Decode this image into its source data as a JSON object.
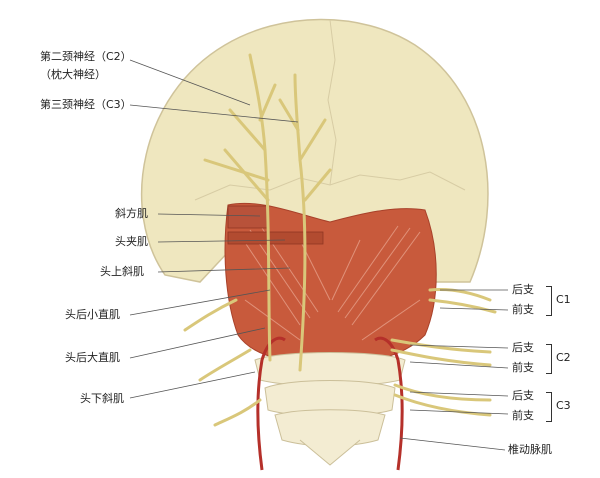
{
  "labels": {
    "c2_nerve_line1": "第二颈神经（C2）",
    "c2_nerve_line2": "（枕大神经）",
    "c3_nerve": "第三颈神经（C3）",
    "trapezius": "斜方肌",
    "splenius_capitis": "头夹肌",
    "obliquus_capitis_superior": "头上斜肌",
    "rectus_capitis_posterior_minor": "头后小直肌",
    "rectus_capitis_posterior_major": "头后大直肌",
    "obliquus_capitis_inferior": "头下斜肌",
    "posterior_branch": "后支",
    "anterior_branch": "前支",
    "vertebral_artery": "椎动脉肌"
  },
  "groups": {
    "c1": "C1",
    "c2": "C2",
    "c3": "C3"
  },
  "colors": {
    "skull": "#efe7bf",
    "skull_outline": "#cfc39a",
    "muscle": "#c85a3c",
    "muscle_dark": "#a8412a",
    "nerve": "#d9c77a",
    "artery": "#b5302a",
    "bone": "#f3ecd2",
    "leader": "#555555"
  }
}
